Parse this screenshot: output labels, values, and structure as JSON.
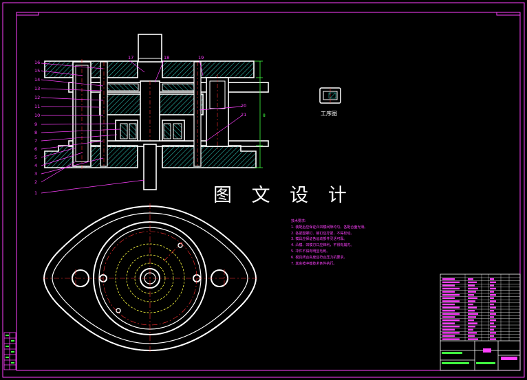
{
  "watermark": "图 文 设 计",
  "process_caption": "工序图",
  "part_labels_left": [
    "16",
    "15",
    "14",
    "13",
    "12",
    "11",
    "10",
    "9",
    "8",
    "7",
    "6",
    "5",
    "4",
    "3",
    "2",
    "1"
  ],
  "part_labels_top": [
    "17",
    "18",
    "19"
  ],
  "part_labels_right": [
    "20",
    "21"
  ],
  "dimension_right": "8",
  "tech_notes": {
    "title": "技术要求：",
    "lines": [
      "1. 装配后应保证凸凹模间隙均匀，各配合面光滑。",
      "2. 各紧固螺钉、销钉应拧紧，不得松动。",
      "3. 模具应保证各运动部件灵活可靠。",
      "4. 凸模、凹模刃口应锋利，不得有崩刃。",
      "5. 冲件不得有明显毛刺。",
      "6. 模具闭合高度应符合压力机要求。",
      "7. 其余按冲模技术条件执行。"
    ]
  },
  "colors": {
    "outline": "#ffffff",
    "frame": "#ff40ff",
    "leader": "#ff40ff",
    "hatch": "#2ab5a8",
    "center": "#ff3030",
    "hidden": "#ffff40",
    "dim": "#40ff40"
  }
}
